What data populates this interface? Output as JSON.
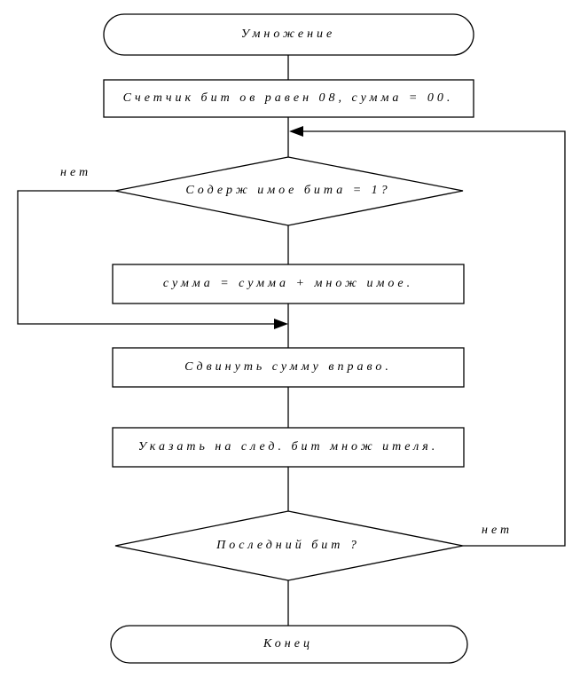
{
  "flowchart": {
    "start": "Умножение",
    "init": "Счетчик бит ов равен 08, сумма = 00.",
    "check_bit": "Содерж имое бита = 1?",
    "add": "сумма = сумма + множ имое.",
    "shift": "Сдвинуть сумму вправо.",
    "next_bit": "Указать на след. бит множ ителя.",
    "last_bit": "Последний бит ?",
    "end": "Конец",
    "no_label_bit": "нет",
    "no_label_last": "нет"
  }
}
